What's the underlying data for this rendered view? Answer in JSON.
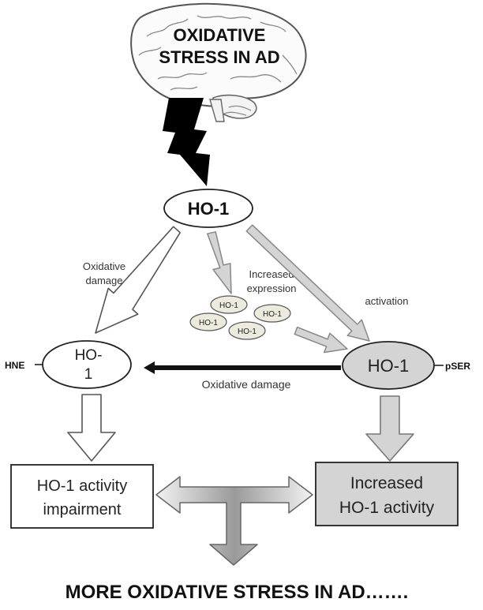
{
  "brain": {
    "title_line1": "OXIDATIVE",
    "title_line2": "STRESS IN AD"
  },
  "nodes": {
    "top": "HO-1",
    "left_line1": "HO-",
    "left_line2": "1",
    "right": "HO-1",
    "small": [
      "HO-1",
      "HO-1",
      "HO-1",
      "HO-1"
    ]
  },
  "tags": {
    "hne": "HNE",
    "pser": "pSER"
  },
  "labels": {
    "oxidative_damage_line1": "Oxidative",
    "oxidative_damage_line2": "damage",
    "increased_line1": "Increased",
    "increased_line2": "expression",
    "activation": "activation",
    "oxidative_damage_horizontal": "Oxidative damage"
  },
  "boxes": {
    "left_line1": "HO-1 activity",
    "left_line2": "impairment",
    "right_line1": "Increased",
    "right_line2": "HO-1 activity"
  },
  "footer": "MORE OXIDATIVE STRESS IN AD…….",
  "colors": {
    "gray_fill": "#d4d4d4",
    "gray_stroke": "#888888",
    "cream_fill": "#ecebdd",
    "outline": "#222222"
  }
}
